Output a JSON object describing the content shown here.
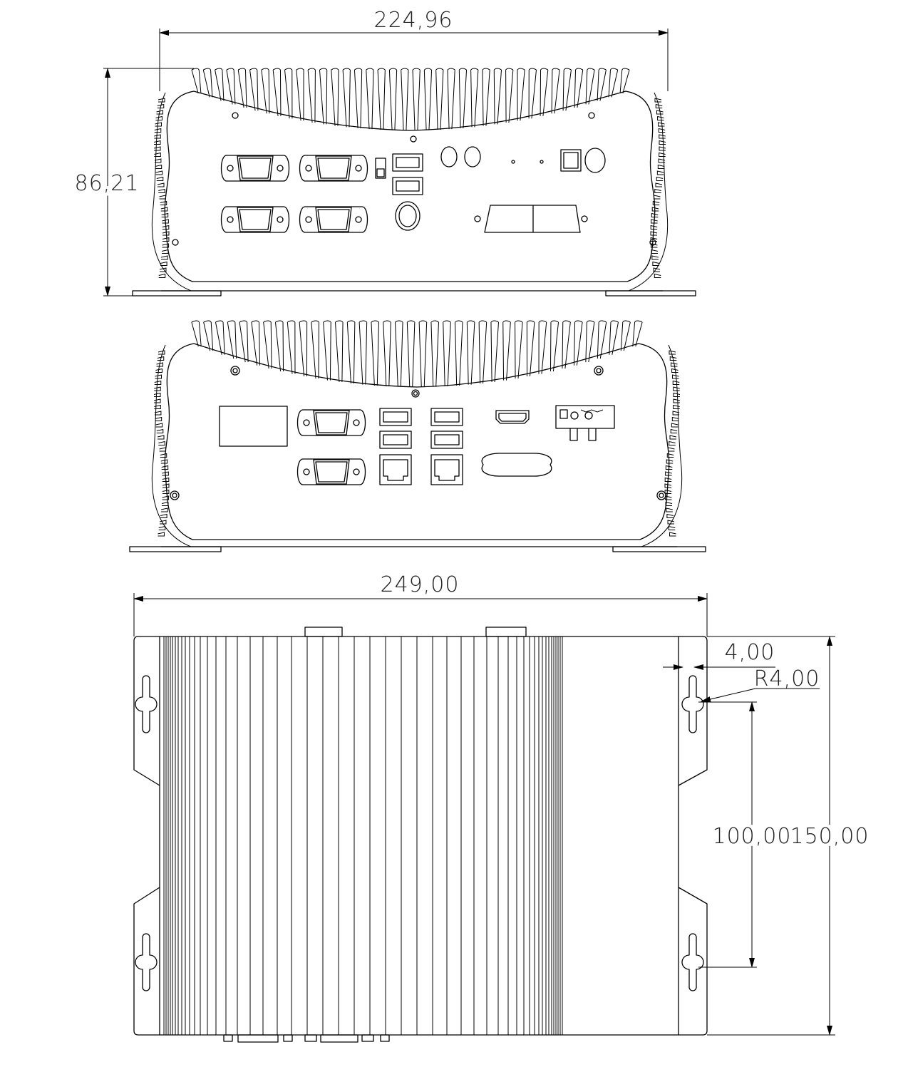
{
  "dimensions": {
    "front_width": "224,96",
    "front_height": "86,21",
    "top_width": "249,00",
    "mount_edge": "4,00",
    "slot_radius": "R4,00",
    "hole_spacing": "100,00",
    "depth": "150,00"
  },
  "colors": {
    "line": "#000000",
    "background": "#ffffff",
    "text": "#222222"
  }
}
